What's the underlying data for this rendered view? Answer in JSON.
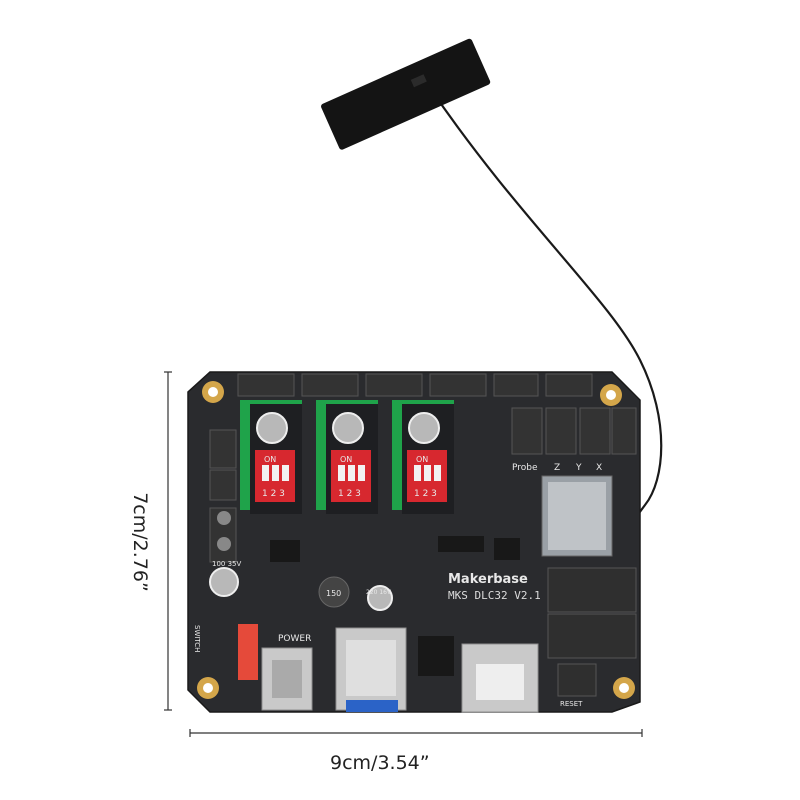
{
  "dimensions": {
    "width_label": "9cm/3.54”",
    "height_label": "7cm/2.76”"
  },
  "board": {
    "brand": "Makerbase",
    "model": "MKS DLC32 V2.1",
    "labels": {
      "power": "POWER",
      "probe": "Probe",
      "z": "Z",
      "y": "Y",
      "x": "X",
      "reset": "RESET",
      "switch": "SWITCH",
      "dip_on": "ON",
      "dip_numbers": "1 2 3",
      "cap_a": "100 35V",
      "cap_b": "220 16V",
      "inductor": "150"
    }
  },
  "colors": {
    "pcb": "#2a2b2e",
    "connector": "#2e2e2e",
    "green_terminal": "#1fa34a",
    "dip_red": "#d7282f",
    "metal": "#c9c9c9",
    "gold": "#d4a64a",
    "antenna": "#141414"
  }
}
